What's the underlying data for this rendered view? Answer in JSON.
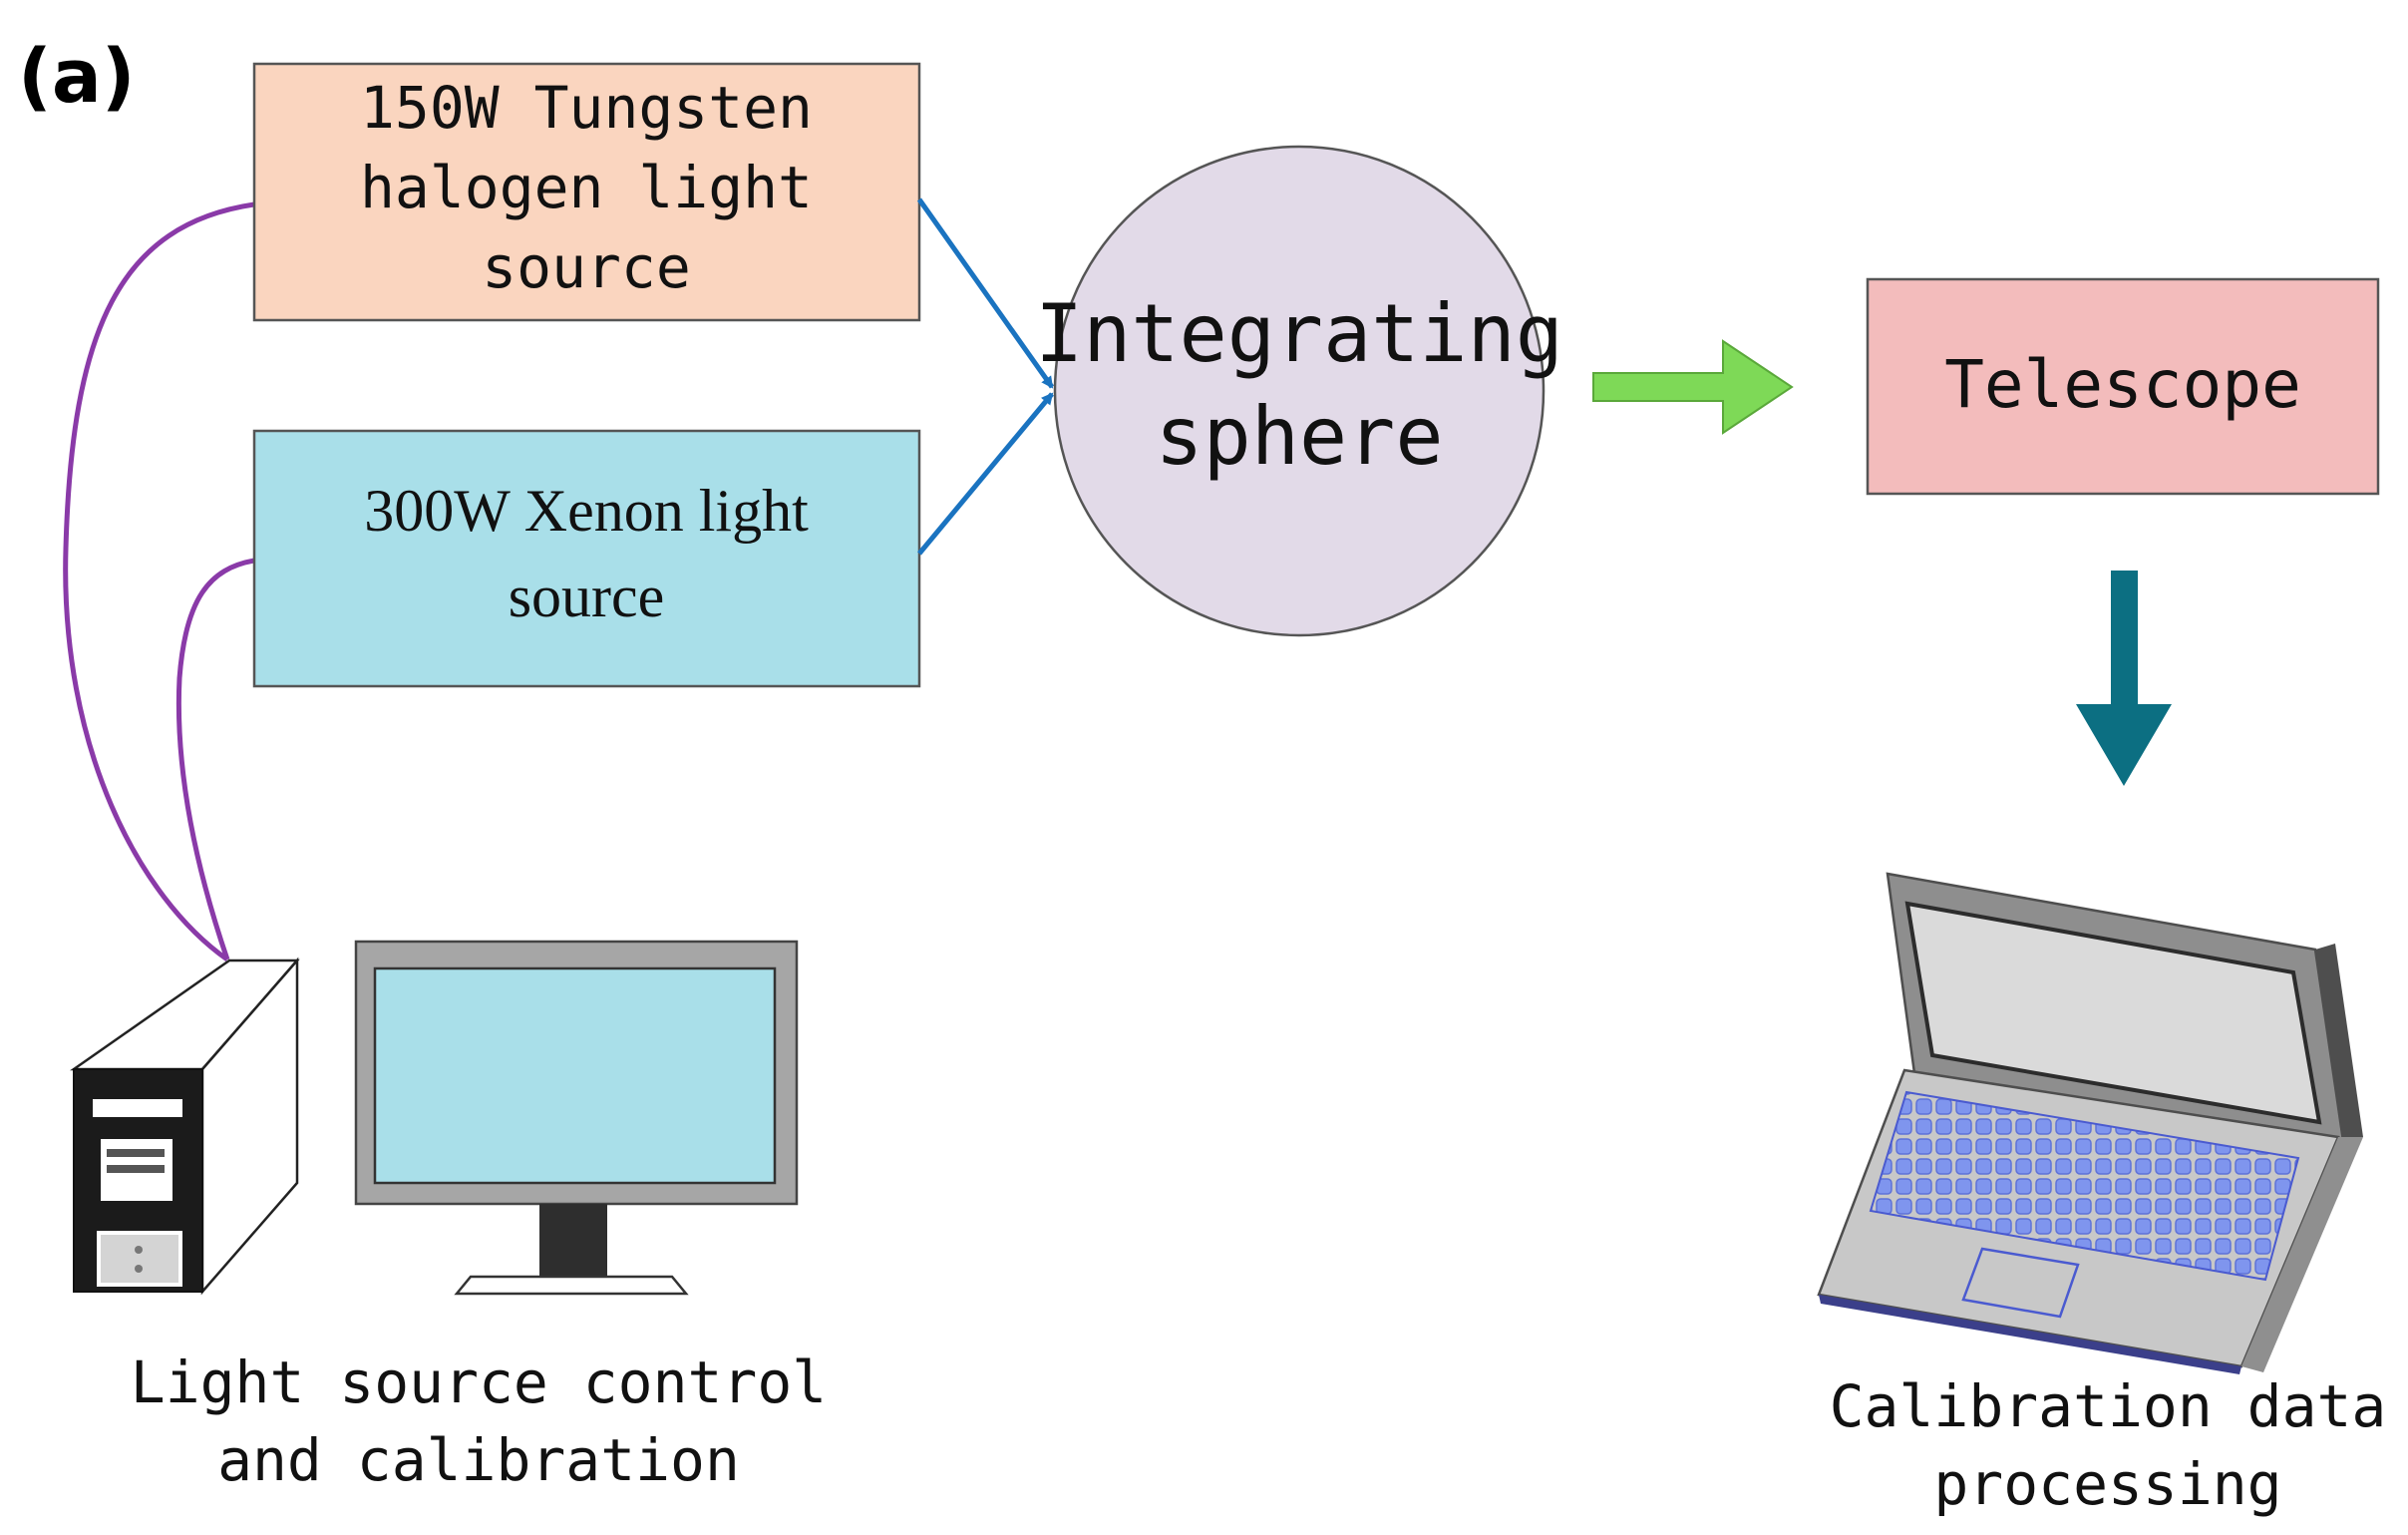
{
  "panel_label": "(a)",
  "tungsten_source": {
    "lines": [
      "150W Tungsten",
      "halogen light",
      "source"
    ],
    "fill": "#fad5bf"
  },
  "xenon_source": {
    "lines": [
      "300W Xenon light",
      "source"
    ],
    "fill": "#a9dfe9"
  },
  "integrating_sphere": {
    "lines": [
      "Integrating",
      "sphere"
    ],
    "fill": "#e2dae8"
  },
  "telescope": {
    "label": "Telescope",
    "fill": "#f3bcbc"
  },
  "control_computer_caption": {
    "lines": [
      "Light source control",
      "and calibration"
    ]
  },
  "laptop_caption": {
    "lines": [
      "Calibration data",
      "processing"
    ]
  },
  "colors": {
    "cable": "#8a3aa8",
    "blue_arrow": "#1a73c0",
    "green_arrow": "#7ed957",
    "teal_arrow": "#0c6f82",
    "monitor_screen": "#a9dfe9",
    "monitor_bezel": "#a6a6a6",
    "laptop_body": "#c8c8c8",
    "laptop_key": "#7f95ee"
  }
}
